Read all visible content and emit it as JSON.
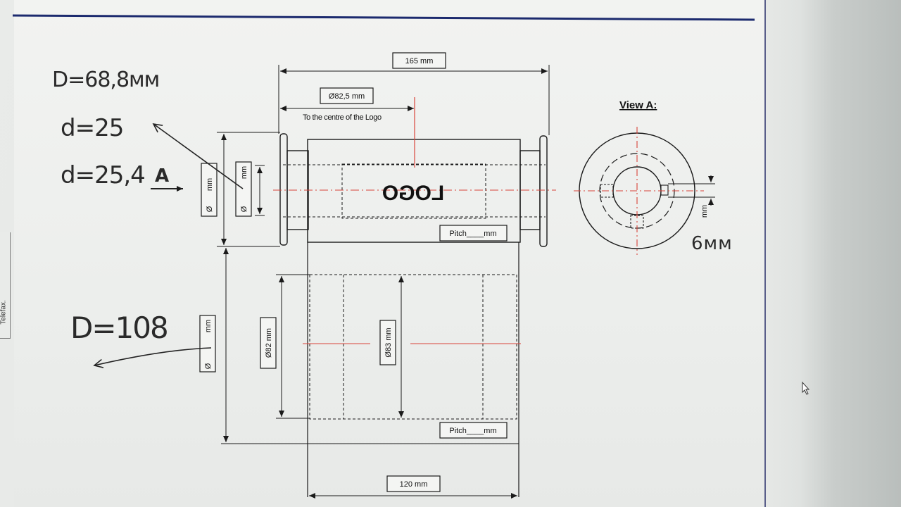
{
  "side_tab": {
    "label": "Telefax."
  },
  "dimensions": {
    "length_total": "165 mm",
    "diameter_logo": "Ø82,5 mm",
    "logo_centre_note": "To the centre of the Logo",
    "roller_width": "120 mm",
    "diameter_82": "Ø82 mm",
    "diameter_83": "Ø83 mm",
    "pitch_top": "Pitch____mm",
    "pitch_bottom": "Pitch____mm",
    "small_box_unit": "mm",
    "small_box_symbol": "Ø"
  },
  "logo_text": "LOGO",
  "view_a": {
    "title": "View A:",
    "keyway_unit": "mm"
  },
  "handwritten": {
    "big_d_top": "D=68,8мм",
    "small_d_25": "d=25",
    "small_d_25_4": "d=25,4",
    "arrow_label": "A",
    "big_d_bottom": "D=108",
    "key_width": "6мм"
  },
  "colors": {
    "ink": "#1a1a1a",
    "centerline": "#d8443a",
    "frame": "#1c2a6e"
  }
}
